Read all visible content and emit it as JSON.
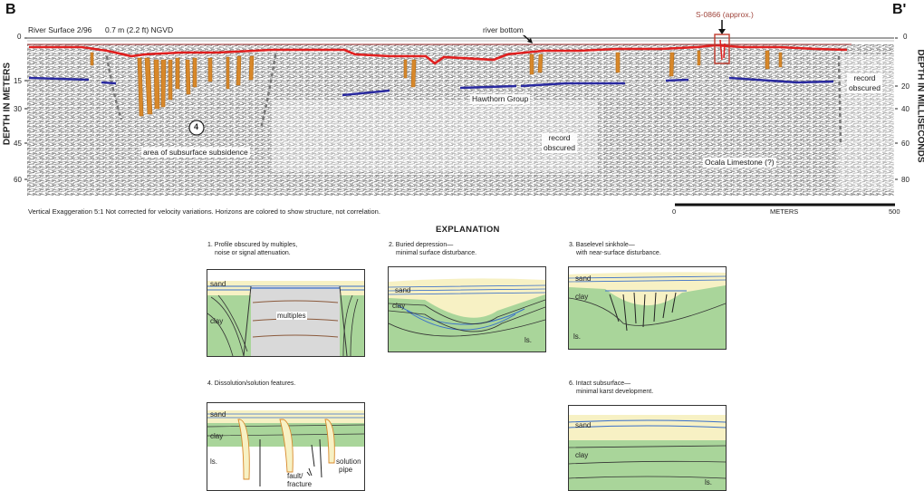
{
  "profile": {
    "start_label": "B",
    "end_label": "B'",
    "river_surface": "River Surface 2/96",
    "datum": "0.7 m (2.2 ft) NGVD",
    "left_axis_title": "DEPTH IN METERS",
    "right_axis_title": "DEPTH IN MILLISECONDS",
    "left_ticks": [
      "0",
      "15",
      "30",
      "45",
      "60"
    ],
    "right_ticks": [
      "0",
      "20",
      "40",
      "60",
      "80"
    ],
    "well_label": "S-0866 (approx.)",
    "annotations": {
      "river_bottom": "river bottom",
      "hawthorn": "Hawthorn Group",
      "record_obscured_right_1": "record",
      "record_obscured_right_2": "obscured",
      "record_obscured_mid_1": "record",
      "record_obscured_mid_2": "obscured",
      "subsidence": "area of subsurface subsidence",
      "subsidence_marker": "4",
      "ocala": "Ocala Limestone (?)"
    },
    "footnote": "Vertical Exaggeration 5:1    Not corrected for velocity variations.    Horizons are colored to show structure, not correlation.",
    "scale": {
      "start": "0",
      "unit": "METERS",
      "end": "500"
    }
  },
  "colors": {
    "river_bottom_line": "#e02020",
    "horizon_line": "#2a2aa0",
    "pipe_fill": "#d8882a",
    "sand": "#f7f1c4",
    "clay": "#a9d59a",
    "water_lines": "#3a6fc9",
    "multiples_gray": "#d9d9d9",
    "well_box": "#c0392b"
  },
  "explanation": {
    "title": "EXPLANATION",
    "items": [
      {
        "title_1": "1. Profile obscured by multiples,",
        "title_2": "noise or signal attenuation.",
        "labels": {
          "sand": "sand",
          "clay": "clay",
          "multiples": "multiples"
        }
      },
      {
        "title_1": "2. Buried depression—",
        "title_2": "minimal surface disturbance.",
        "labels": {
          "sand": "sand",
          "clay": "clay",
          "ls": "ls."
        }
      },
      {
        "title_1": "3. Baselevel sinkhole—",
        "title_2": "with near-surface disturbance.",
        "labels": {
          "sand": "sand",
          "clay": "clay",
          "ls": "ls."
        }
      },
      {
        "title_1": "4. Dissolution/solution features.",
        "title_2": "",
        "labels": {
          "sand": "sand",
          "clay": "clay",
          "ls": "ls.",
          "fault_1": "fault/",
          "fault_2": "fracture",
          "pipe_1": "solution",
          "pipe_2": "pipe"
        }
      },
      {
        "title_1": "6. Intact subsurface—",
        "title_2": "minimal karst development.",
        "labels": {
          "sand": "sand",
          "clay": "clay",
          "ls": "ls."
        }
      }
    ]
  }
}
